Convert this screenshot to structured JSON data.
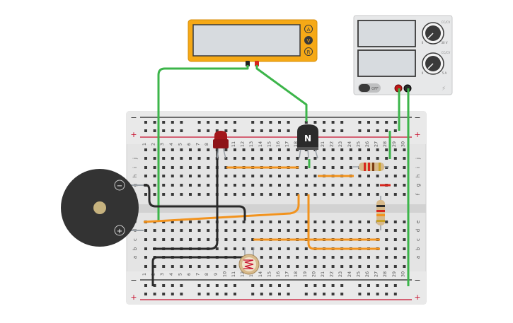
{
  "multimeter": {
    "mode_labels": [
      "A",
      "V",
      "R"
    ],
    "body_color": "#f6a916",
    "screen_color": "#d7dbdf"
  },
  "power_supply": {
    "switch_label": "OFF",
    "knob_labels": [
      "CC/CV",
      "CC/CV"
    ],
    "knob1_min": "0",
    "knob1_max": "30 V",
    "knob2_min": "0",
    "knob2_max": "5 A",
    "body_color": "#e7e8e9"
  },
  "breadboard": {
    "rail_minus": "−",
    "rail_plus": "+",
    "column_count": 30,
    "row_labels_top": [
      "j",
      "i",
      "h",
      "g",
      "f"
    ],
    "row_labels_bottom": [
      "e",
      "d",
      "c",
      "b",
      "a"
    ],
    "rail_red": "#c8102e",
    "rail_black": "#222222",
    "body_color": "#e4e4e4"
  },
  "transistor": {
    "label": "N"
  },
  "buzzer": {
    "minus_label": "−",
    "plus_label": "+"
  },
  "wire_colors": {
    "green": "#3cb54a",
    "orange": "#f2931e",
    "black": "#2a2a2a",
    "red": "#d7261e"
  }
}
